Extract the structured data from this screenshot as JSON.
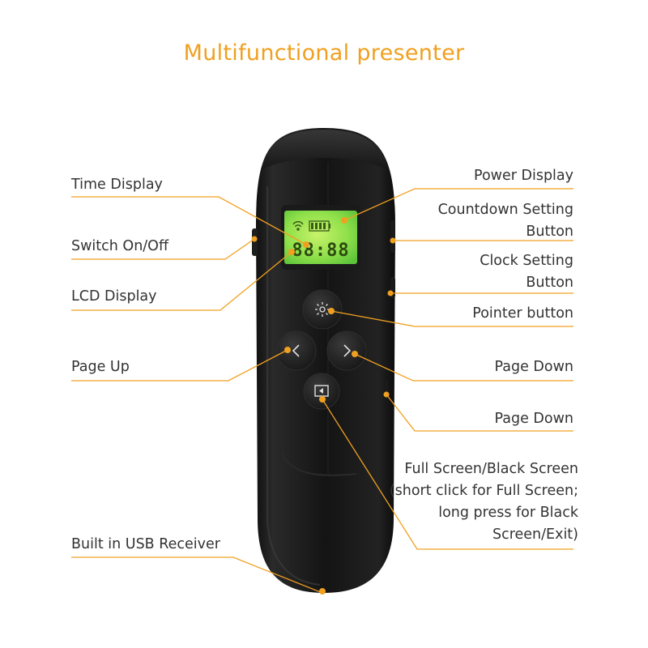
{
  "title": "Multifunctional presenter",
  "accent_color": "#f0a020",
  "device": {
    "lcd_digits": "88:88",
    "lcd_icons": [
      "wifi-icon",
      "battery-icon"
    ],
    "buttons": [
      "pointer-button",
      "page-up-button",
      "page-down-button",
      "fullscreen-button"
    ]
  },
  "labels": {
    "time_display": "Time Display",
    "switch_on_off": "Switch On/Off",
    "lcd_display": "LCD Display",
    "page_up": "Page Up",
    "built_in_usb": "Built in USB Receiver",
    "power_display": "Power Display",
    "countdown_setting": [
      "Countdown Setting",
      "Button"
    ],
    "clock_setting": [
      "Clock Setting",
      "Button"
    ],
    "pointer_button": "Pointer button",
    "page_down_1": "Page Down",
    "page_down_2": "Page Down",
    "fullscreen": [
      "Full Screen/Black Screen",
      "(short click for Full Screen;",
      "long press for Black",
      "Screen/Exit)"
    ]
  }
}
